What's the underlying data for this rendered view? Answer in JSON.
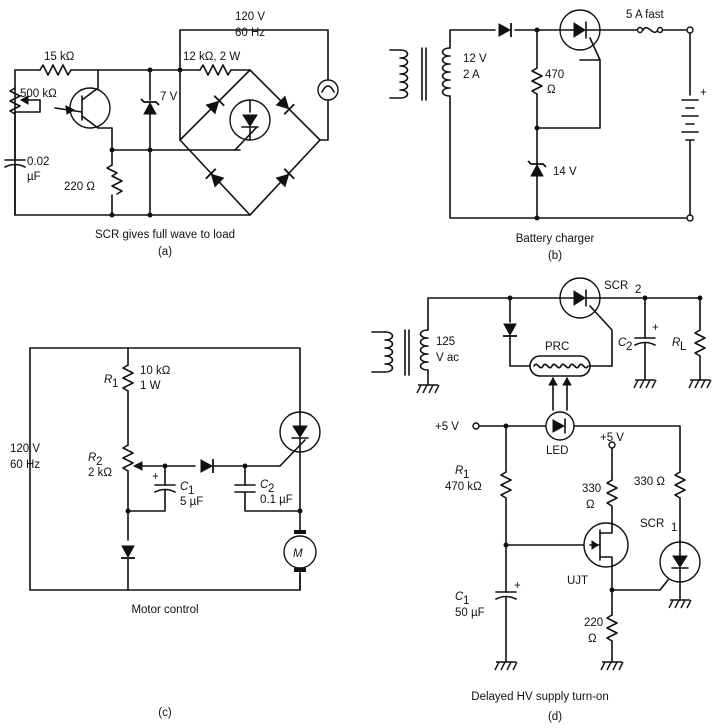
{
  "panel_a": {
    "source": "120 V",
    "freq": "60 Hz",
    "r_15k": "15 kΩ",
    "r_12k": "12 kΩ, 2 W",
    "pot_500k": "500 kΩ",
    "zener_7v": "7 V",
    "cap_1": "0.02",
    "cap_2": "µF",
    "r_220": "220 Ω",
    "caption": "SCR gives full wave to load",
    "tag": "(a)"
  },
  "panel_b": {
    "trans_1": "12 V",
    "trans_2": "2 A",
    "fuse": "5 A fast",
    "r_470_1": "470",
    "r_470_2": "Ω",
    "zener_14v": "14 V",
    "plus": "+",
    "caption": "Battery charger",
    "tag": "(b)"
  },
  "panel_c": {
    "source_1": "120 V",
    "source_2": "60 Hz",
    "r1_name": "R",
    "r1_sub": "1",
    "r1_val_1": "10 kΩ",
    "r1_val_2": "1 W",
    "r2_name": "R",
    "r2_sub": "2",
    "r2_val": "2 kΩ",
    "c1_name": "C",
    "c1_sub": "1",
    "c1_val": "5 µF",
    "c1_plus": "+",
    "c2_name": "C",
    "c2_sub": "2",
    "c2_val": "0.1 µF",
    "motor": "M",
    "caption": "Motor control",
    "tag": "(c)"
  },
  "panel_d": {
    "trans_1": "125",
    "trans_2": "V ac",
    "scr2_name": "SCR",
    "scr2_sub": "2",
    "prc": "PRC",
    "c2_name": "C",
    "c2_sub": "2",
    "c2_plus": "+",
    "rl_name": "R",
    "rl_sub": "L",
    "supply_1": "+5 V",
    "supply_2": "+5 V",
    "led": "LED",
    "r1_name": "R",
    "r1_sub": "1",
    "r1_val": "470 kΩ",
    "r330a_1": "330",
    "r330a_2": "Ω",
    "r330b": "330 Ω",
    "scr1_name": "SCR",
    "scr1_sub": "1",
    "ujt": "UJT",
    "c1_name": "C",
    "c1_sub": "1",
    "c1_val": "50 µF",
    "c1_plus": "+",
    "r220_1": "220",
    "r220_2": "Ω",
    "caption": "Delayed HV supply turn-on",
    "tag": "(d)"
  }
}
